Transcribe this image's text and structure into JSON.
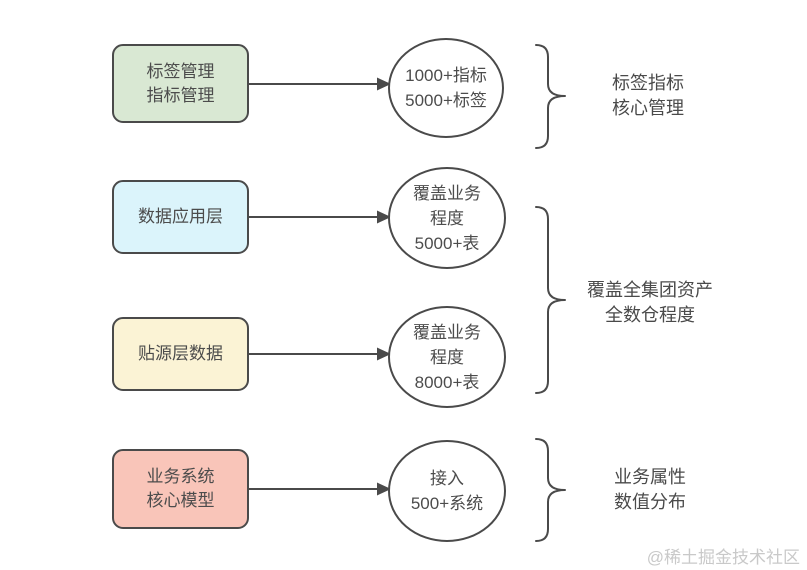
{
  "palette": {
    "stroke": "#4a4a4a",
    "text": "#4c4c4c",
    "ellipse_fill": "#ffffff",
    "watermark": "#c9c9c9"
  },
  "rows": [
    {
      "box": {
        "fill": "#d9e8d3",
        "lines": [
          "标签管理",
          "指标管理"
        ]
      },
      "ellipse": {
        "lines": [
          "1000+指标",
          "5000+标签"
        ]
      }
    },
    {
      "box": {
        "fill": "#dbf4fb",
        "lines": [
          "数据应用层"
        ]
      },
      "ellipse": {
        "lines": [
          "覆盖业务",
          "程度",
          "5000+表"
        ]
      }
    },
    {
      "box": {
        "fill": "#fbf3d5",
        "lines": [
          "贴源层数据"
        ]
      },
      "ellipse": {
        "lines": [
          "覆盖业务",
          "程度",
          "8000+表"
        ]
      }
    },
    {
      "box": {
        "fill": "#f9c5b9",
        "lines": [
          "业务系统",
          "核心模型"
        ]
      },
      "ellipse": {
        "lines": [
          "接入",
          "500+系统"
        ]
      }
    }
  ],
  "braces": [
    {
      "label_lines": [
        "标签指标",
        "核心管理"
      ]
    },
    {
      "label_lines": [
        "覆盖全集团资产",
        "全数仓程度"
      ]
    },
    {
      "label_lines": [
        "业务属性",
        "数值分布"
      ]
    }
  ],
  "watermark": "@稀土掘金技术社区"
}
